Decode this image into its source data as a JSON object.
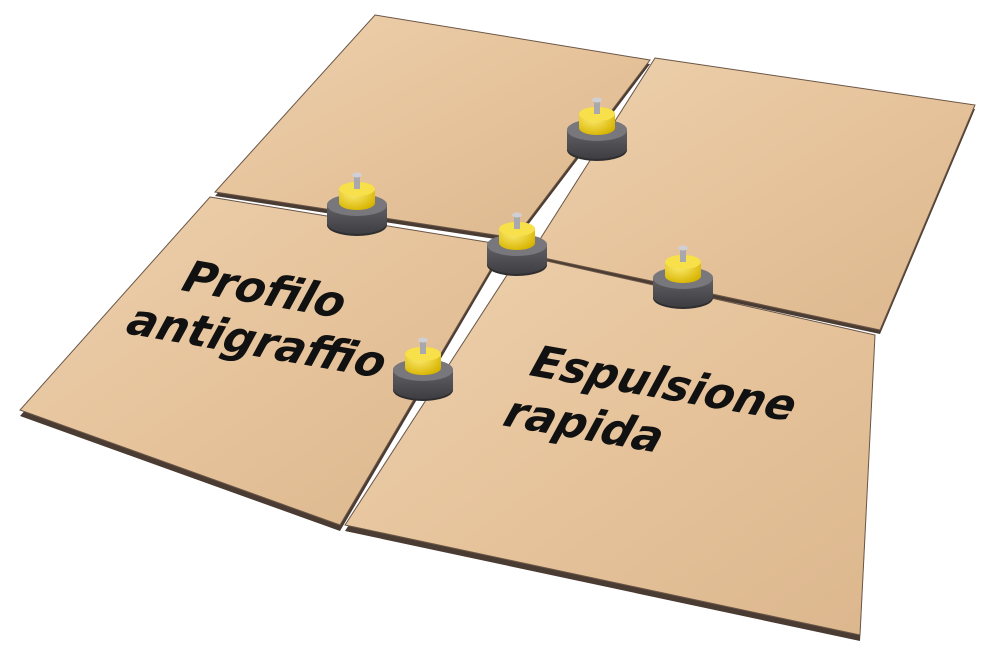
{
  "labels": {
    "left_line1": "Profilo",
    "left_line2": "antigraffio",
    "right_line1": "Espulsione",
    "right_line2": "rapida"
  },
  "colors": {
    "tile": "#e8c9a2",
    "tile_edge": "#5a4a3e",
    "spacer_base": "#5b5b5f",
    "spacer_cap": "#f2d31b"
  }
}
